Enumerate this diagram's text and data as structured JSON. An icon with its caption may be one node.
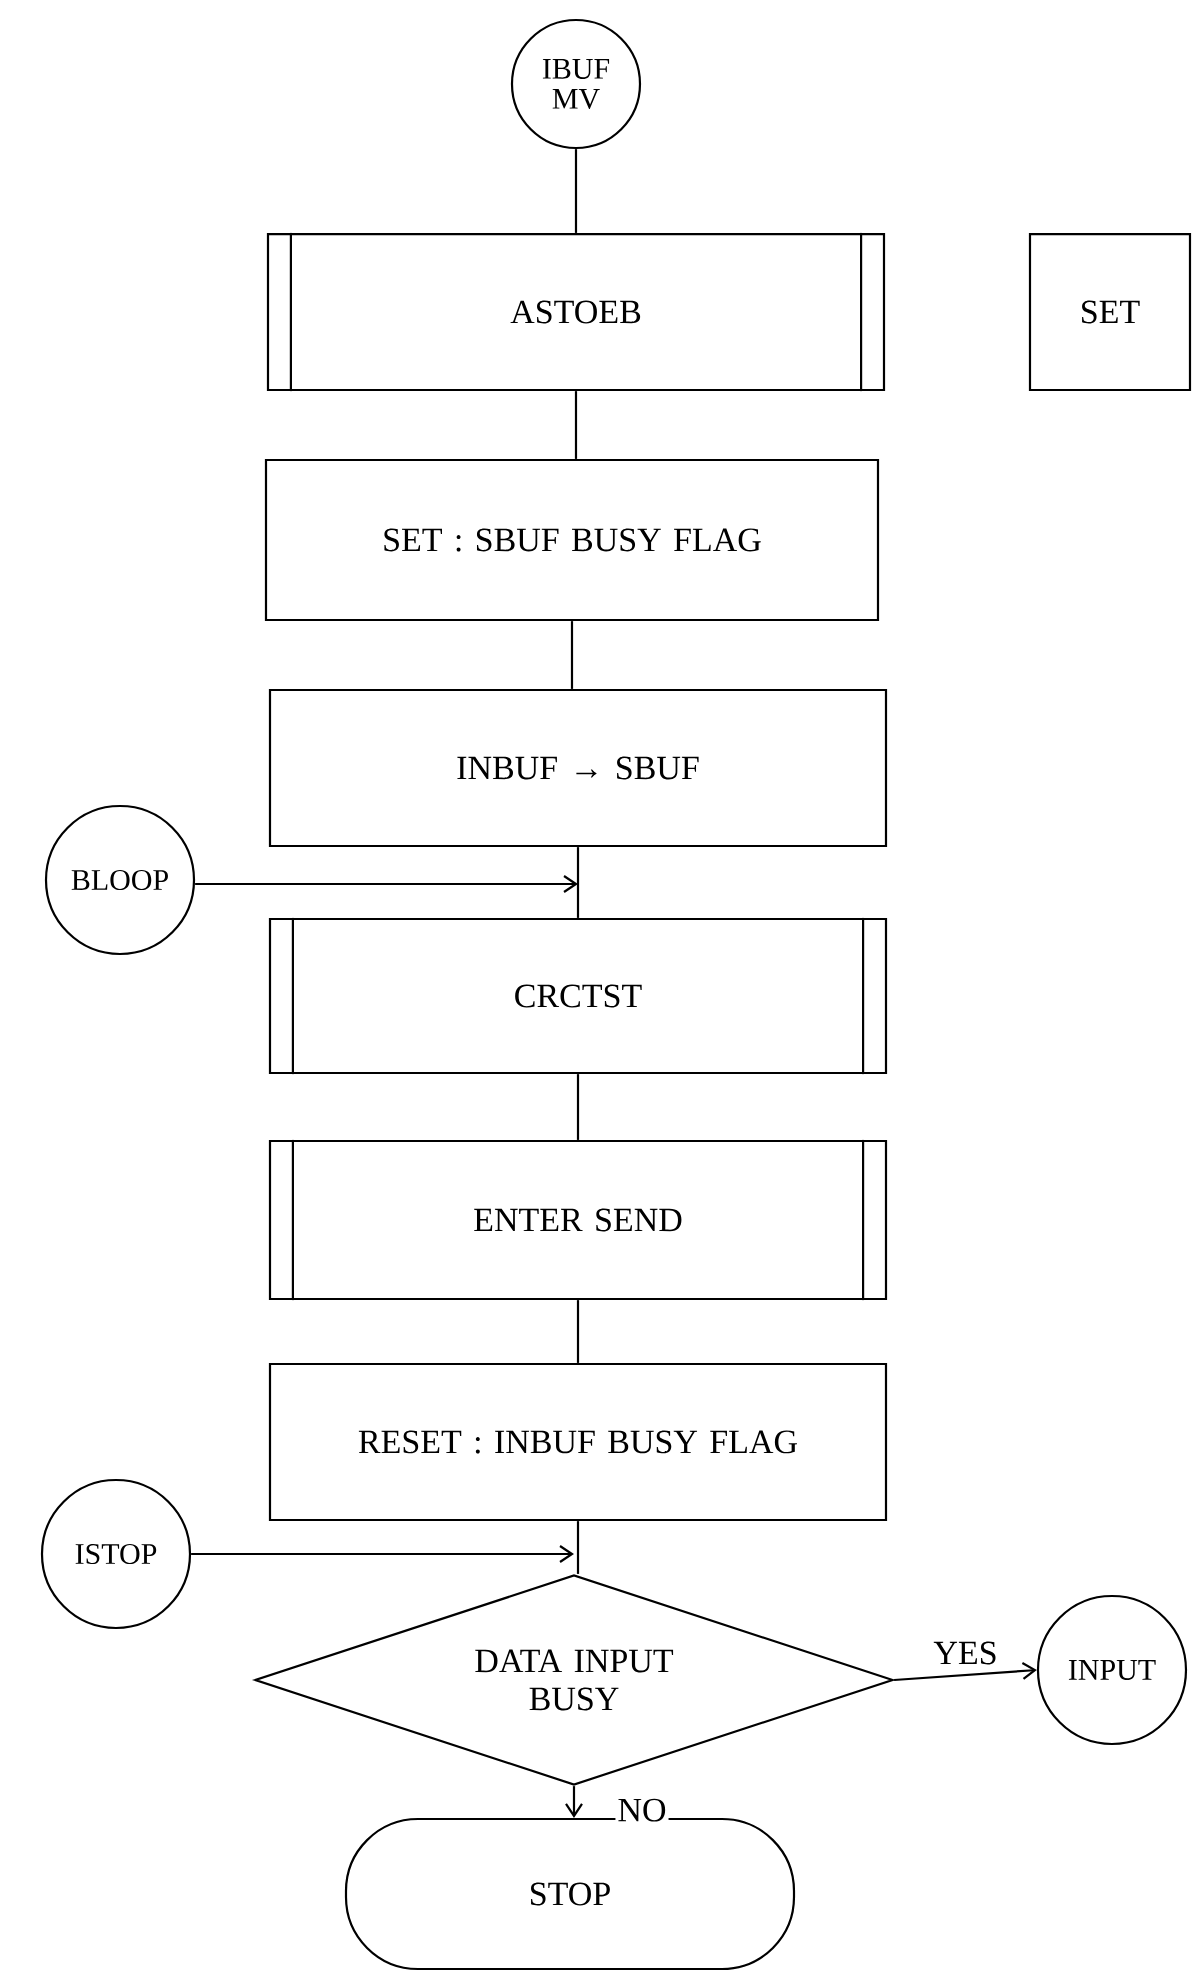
{
  "diagram": {
    "nodes": [
      {
        "text": [
          "IBUF MV"
        ]
      },
      {
        "text": [
          "ASTOEB"
        ]
      },
      {
        "text": [
          "SET : SBUF BUSY FLAG"
        ]
      },
      {
        "text": [
          "INBUF → SBUF"
        ]
      },
      {
        "text": [
          "BLOOP"
        ]
      },
      {
        "text": [
          "CRCTST"
        ]
      },
      {
        "text": [
          "ENTER SEND"
        ]
      },
      {
        "text": [
          "RESET : INBUF BUSY FLAG"
        ]
      },
      {
        "text": [
          "ISTOP"
        ]
      },
      {
        "text": [
          "DATA INPUT BUSY"
        ]
      },
      {
        "text": [
          "INPUT"
        ]
      },
      {
        "text": [
          "STOP"
        ]
      },
      {
        "text": [
          "SET"
        ]
      }
    ],
    "edges": [
      {
        "from": 0,
        "to": 1,
        "arrow": "none"
      },
      {
        "from": 1,
        "to": 2,
        "arrow": "none"
      },
      {
        "from": 2,
        "to": 3,
        "arrow": "none"
      },
      {
        "from": 3,
        "to": 5,
        "arrow": "none"
      },
      {
        "from": 4,
        "to": 5,
        "arrow": "to"
      },
      {
        "from": 5,
        "to": 6,
        "arrow": "none"
      },
      {
        "from": 6,
        "to": 7,
        "arrow": "none"
      },
      {
        "from": 7,
        "to": 9,
        "arrow": "none"
      },
      {
        "from": 8,
        "to": 9,
        "arrow": "to"
      },
      {
        "from": 9,
        "to": 10,
        "arrow": "to",
        "label": "YES"
      },
      {
        "from": 9,
        "to": 11,
        "arrow": "to",
        "label": "NO"
      }
    ]
  }
}
